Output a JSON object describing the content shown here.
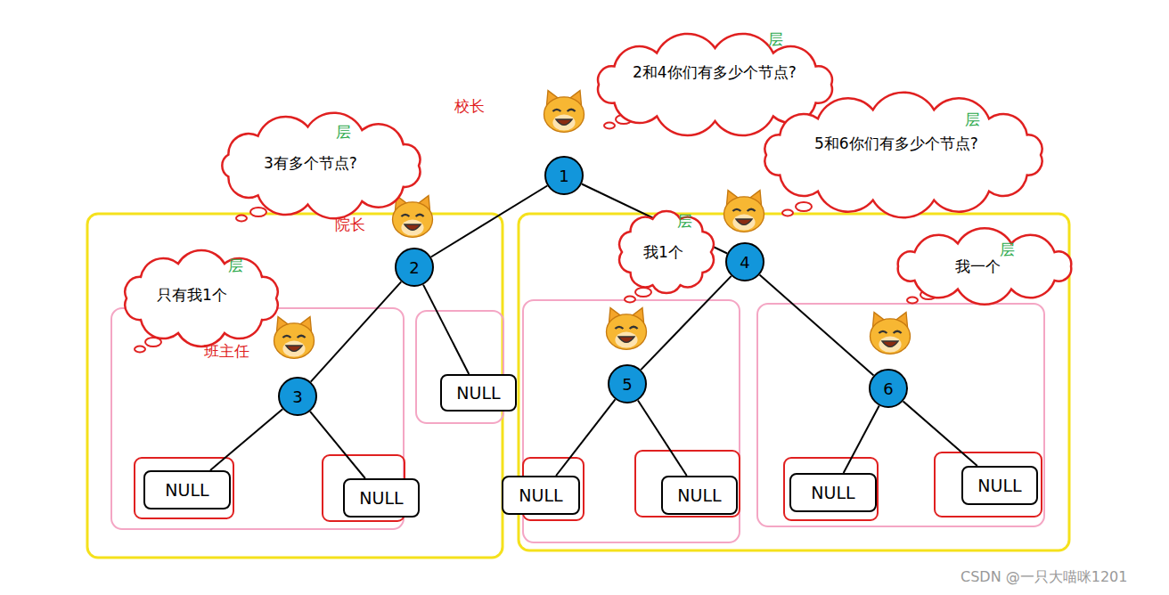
{
  "diagram": {
    "nodes": [
      {
        "text": [
          "2和4你们有多少个节点?",
          "层"
        ]
      },
      {
        "text": [
          "3有多个节点?",
          "层"
        ]
      },
      {
        "text": [
          "5和6你们有多少个节点?",
          "层"
        ]
      },
      {
        "text": [
          "1"
        ]
      },
      {
        "text": [
          "我1个",
          "层"
        ]
      },
      {
        "text": [
          "我一个",
          "层"
        ]
      },
      {
        "text": [
          "2"
        ]
      },
      {
        "text": [
          "4"
        ]
      },
      {
        "text": [
          "只有我1个",
          "层"
        ]
      },
      {
        "text": [
          "3"
        ]
      },
      {
        "text": [
          "NULL"
        ]
      },
      {
        "text": [
          "5"
        ]
      },
      {
        "text": [
          "6"
        ]
      },
      {
        "text": [
          "NULL"
        ]
      },
      {
        "text": [
          "NULL"
        ]
      },
      {
        "text": [
          "NULL"
        ]
      },
      {
        "text": [
          "NULL"
        ]
      },
      {
        "text": [
          "NULL"
        ]
      },
      {
        "text": [
          "NULL"
        ]
      }
    ],
    "edges": [
      {
        "from": 3,
        "to": 6,
        "arrow": "none"
      },
      {
        "from": 3,
        "to": 7,
        "arrow": "none"
      },
      {
        "from": 6,
        "to": 9,
        "arrow": "none"
      },
      {
        "from": 6,
        "to": 10,
        "arrow": "none"
      },
      {
        "from": 9,
        "to": 13,
        "arrow": "none"
      },
      {
        "from": 9,
        "to": 14,
        "arrow": "none"
      },
      {
        "from": 7,
        "to": 11,
        "arrow": "none"
      },
      {
        "from": 7,
        "to": 12,
        "arrow": "none"
      },
      {
        "from": 11,
        "to": 15,
        "arrow": "none"
      },
      {
        "from": 11,
        "to": 16,
        "arrow": "none"
      },
      {
        "from": 12,
        "to": 17,
        "arrow": "none"
      },
      {
        "from": 12,
        "to": 18,
        "arrow": "none"
      }
    ],
    "labels": [
      "校长",
      "院长",
      "班主任",
      "CSDN @一只大喵咪1201"
    ]
  }
}
